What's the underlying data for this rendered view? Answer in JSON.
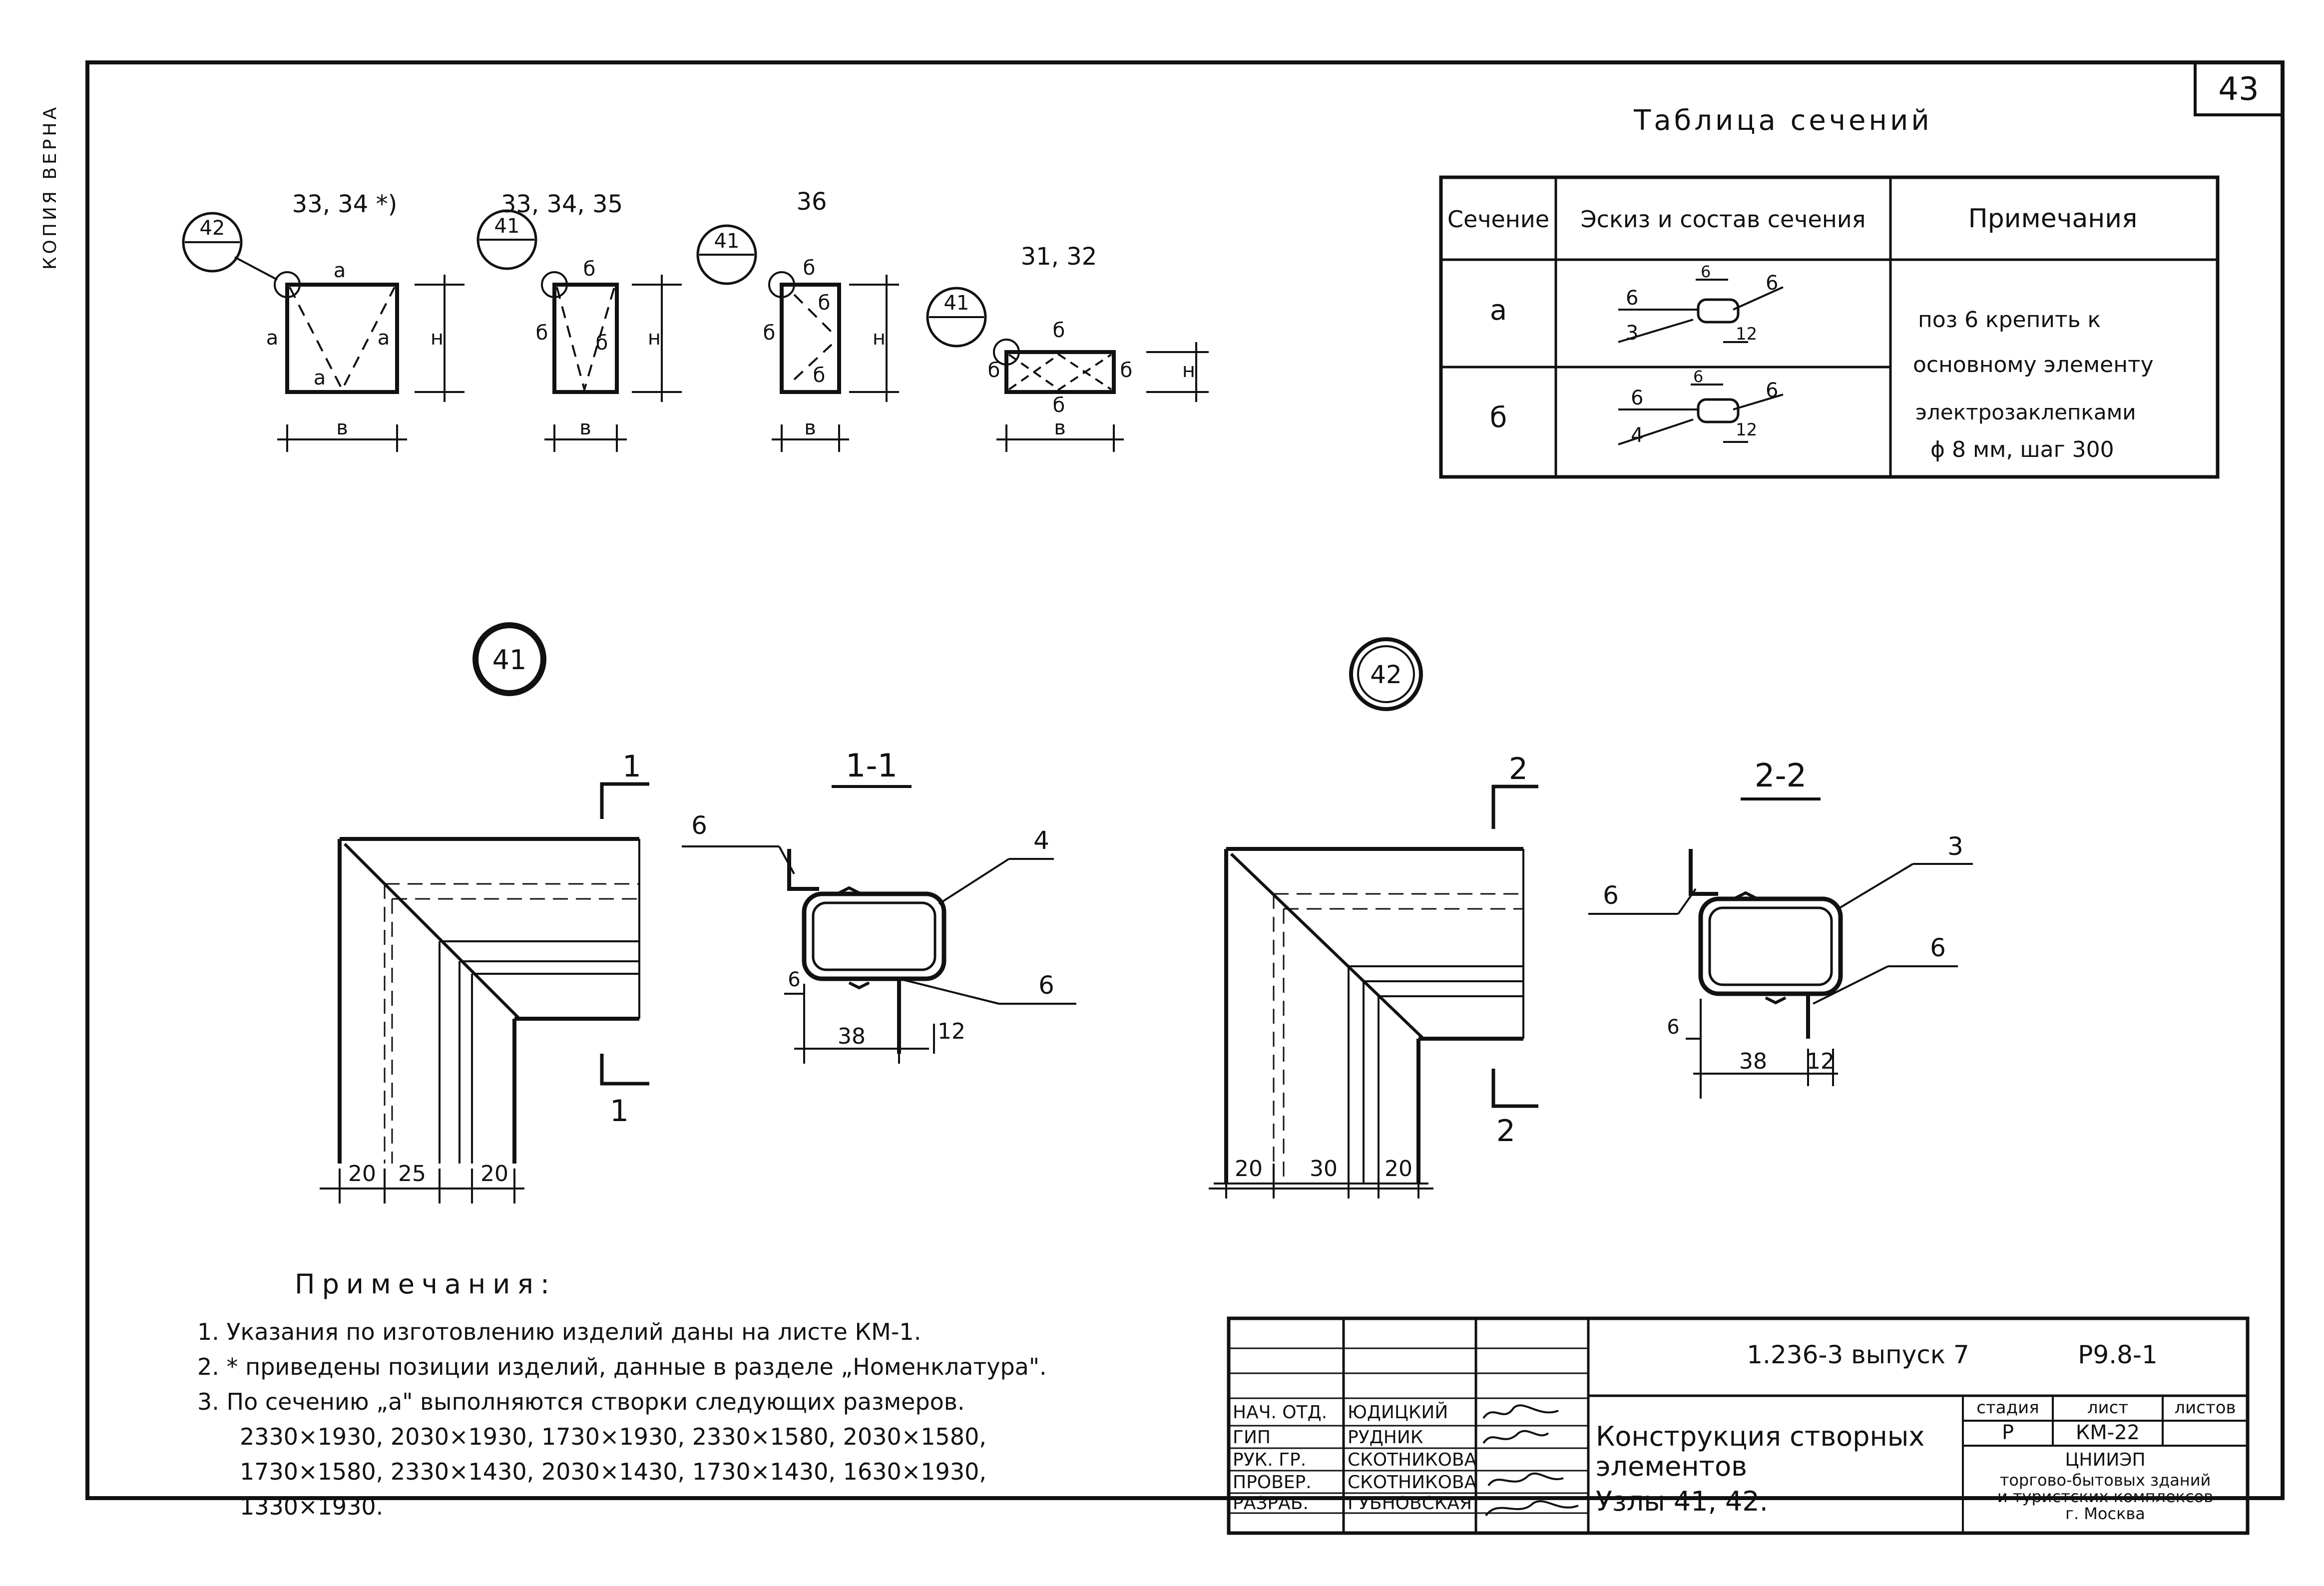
{
  "sheet": {
    "side_label": "КОПИЯ ВЕРНА",
    "sheet_number": "43"
  },
  "section_table": {
    "title": "Таблица сечений",
    "headers": [
      "Сечение",
      "Эскиз и состав сечения",
      "Примечания"
    ],
    "rows": [
      {
        "section": "а",
        "sketch_labels": [
          "6",
          "3",
          "6",
          "6",
          "12"
        ]
      },
      {
        "section": "б",
        "sketch_labels": [
          "6",
          "4",
          "6",
          "6",
          "12"
        ]
      }
    ],
    "note_lines": [
      "поз 6 крепить к",
      "основному элементу",
      "электрозаклепками",
      "ϕ 8 мм, шаг 300"
    ]
  },
  "elevations": [
    {
      "title": "33, 34 *)",
      "node": "42",
      "edge_labels": [
        "а",
        "а",
        "а",
        "а"
      ],
      "height": "н",
      "width": "в"
    },
    {
      "title": "33, 34, 35",
      "node": "41",
      "edge_labels": [
        "б",
        "б",
        "б"
      ],
      "height": "н",
      "width": "в"
    },
    {
      "title": "36",
      "node": "41",
      "edge_labels": [
        "б",
        "б",
        "б",
        "б"
      ],
      "height": "н",
      "width": "в"
    },
    {
      "title": "31, 32",
      "node": "41",
      "edge_labels": [
        "б",
        "б",
        "б",
        "б"
      ],
      "height": "н",
      "width": "в"
    }
  ],
  "node41": {
    "marker": "41",
    "cut_mark": "1",
    "section_title": "1-1",
    "frame_dims": [
      "20",
      "25",
      "20"
    ],
    "section_labels": {
      "top_left": "6",
      "top_right": "4",
      "bottom_right": "6"
    },
    "section_dims": [
      "6",
      "38",
      "12"
    ]
  },
  "node42": {
    "marker": "42",
    "cut_mark": "2",
    "section_title": "2-2",
    "frame_dims": [
      "20",
      "30",
      "20"
    ],
    "section_labels": {
      "top_left": "6",
      "top_right": "3",
      "bottom_right": "6"
    },
    "section_dims": [
      "6",
      "38",
      "12"
    ]
  },
  "notes": {
    "heading": "Примечания:",
    "items": [
      "1. Указания по изготовлению изделий даны на листе КМ-1.",
      "2. * приведены позиции изделий, данные в разделе „Номенклатура\".",
      "3. По сечению „а\" выполняются створки следующих размеров.",
      "2330×1930,   2030×1930,   1730×1930,   2330×1580,   2030×1580,",
      "1730×1580,   2330×1430,   2030×1430,   1730×1430,   1630×1930,",
      "1330×1930."
    ]
  },
  "title_block": {
    "code": "1.236-3   выпуск 7",
    "doc_number": "Р9.8-1",
    "staff": [
      {
        "role": "НАЧ. ОТД.",
        "name": "ЮДИЦКИЙ"
      },
      {
        "role": "ГИП",
        "name": "РУДНИК"
      },
      {
        "role": "РУК. ГР.",
        "name": "СКОТНИКОВА"
      },
      {
        "role": "ПРОВЕР.",
        "name": "СКОТНИКОВА"
      },
      {
        "role": "РАЗРАБ.",
        "name": "ГУБНОВСКАЯ"
      }
    ],
    "drawing_title_lines": [
      "Конструкция створных",
      "элементов",
      "Узлы 41, 42."
    ],
    "stage_header": "стадия",
    "sheet_header": "лист",
    "sheets_header": "листов",
    "stage": "Р",
    "sheet": "КМ-22",
    "org_lines": [
      "ЦНИИЭП",
      "торгово-бытовых зданий",
      "и туристских комплексов",
      "г. Москва"
    ]
  }
}
